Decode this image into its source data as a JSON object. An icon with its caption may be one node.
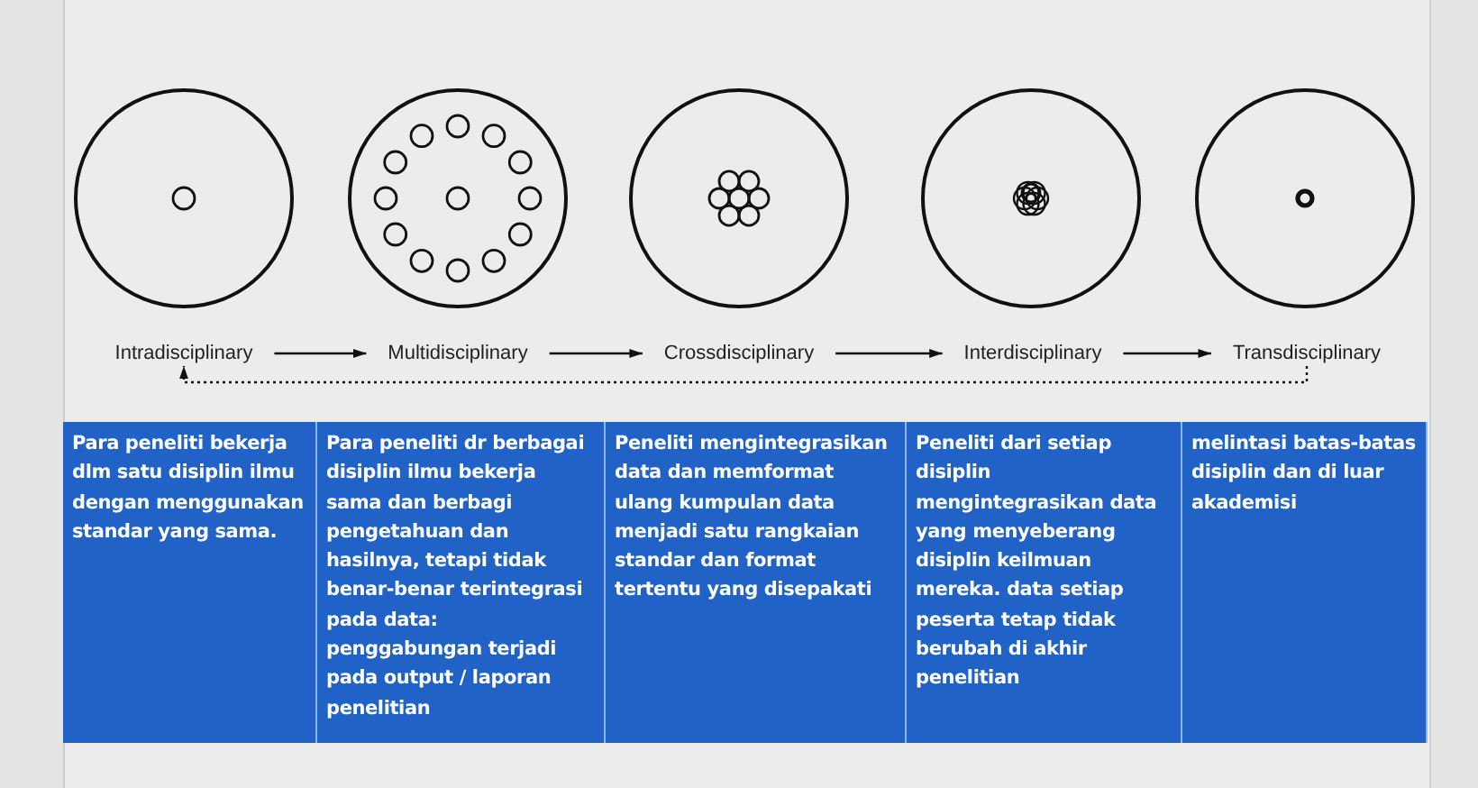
{
  "diagram": {
    "nodes": [
      {
        "text": [
          "Intradisciplinary"
        ]
      },
      {
        "text": [
          "Multidisciplinary"
        ]
      },
      {
        "text": [
          "Crossdisciplinary"
        ]
      },
      {
        "text": [
          "Interdisciplinary"
        ]
      },
      {
        "text": [
          "Transdisciplinary"
        ]
      },
      {
        "text": [
          "Para peneliti bekerja dlm satu disiplin ilmu dengan menggunakan standar yang sama."
        ]
      },
      {
        "text": [
          "Para peneliti dr berbagai disiplin ilmu bekerja sama dan berbagi pengetahuan dan hasilnya, tetapi tidak benar-benar terintegrasi pada data: penggabungan terjadi pada output / laporan penelitian"
        ]
      },
      {
        "text": [
          "Peneliti mengintegrasikan data dan memformat ulang kumpulan data menjadi satu rangkaian standar dan format tertentu yang disepakati"
        ]
      },
      {
        "text": [
          "Peneliti dari setiap disiplin mengintegrasikan data yang menyeberang disiplin keilmuan mereka. data setiap peserta tetap tidak berubah di akhir penelitian"
        ]
      },
      {
        "text": [
          "melintasi batas-batas disiplin dan di luar akademisi"
        ]
      }
    ],
    "edges": [
      {
        "from": 0,
        "to": 1,
        "arrow": "to"
      },
      {
        "from": 1,
        "to": 2,
        "arrow": "to"
      },
      {
        "from": 2,
        "to": 3,
        "arrow": "to"
      },
      {
        "from": 3,
        "to": 4,
        "arrow": "to"
      },
      {
        "from": 4,
        "to": 0,
        "arrow": "to",
        "style": "dashed"
      }
    ]
  }
}
